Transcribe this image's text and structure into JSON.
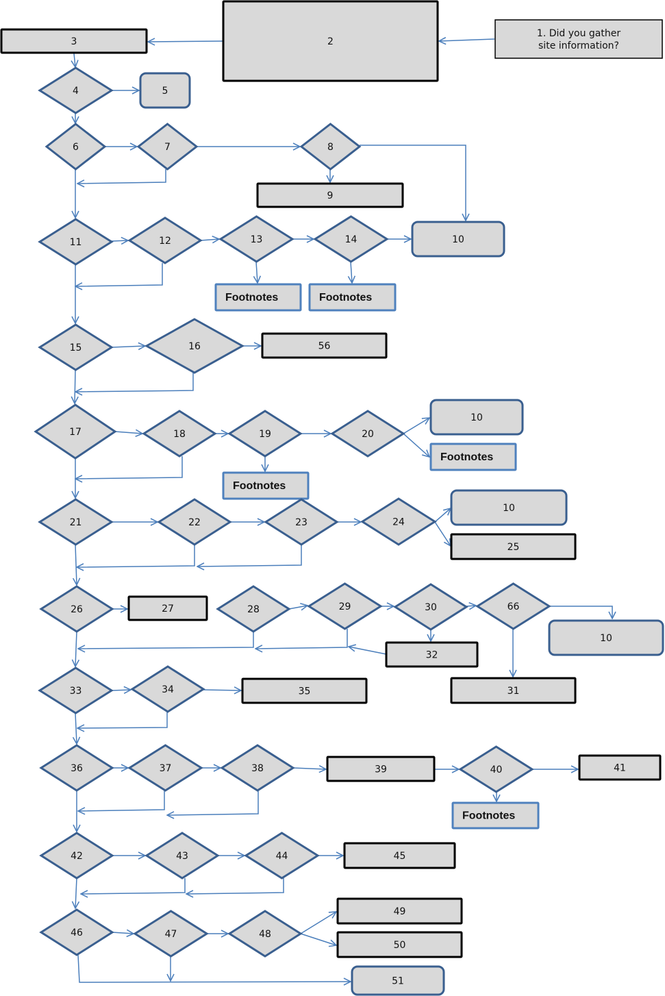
{
  "title": "Site information decision flowchart",
  "colors": {
    "fill": "#d9d9d9",
    "diamond_stroke": "#3a5f8f",
    "footnote_stroke": "#4f81bd",
    "connector": "#4a7ebb",
    "box_stroke": "#000000"
  },
  "nodes": {
    "n1": "1. Did you gather site information?",
    "n2": "2",
    "n3": "3",
    "n4": "4",
    "n5": "5",
    "n6": "6",
    "n7": "7",
    "n8": "8",
    "n9": "9",
    "n10a": "10",
    "n11": "11",
    "n12": "12",
    "n13": "13",
    "n14": "14",
    "fn1": "Footnotes",
    "fn2": "Footnotes",
    "n15": "15",
    "n16": "16",
    "n56": "56",
    "n17": "17",
    "n18": "18",
    "n19": "19",
    "n20": "20",
    "n10b": "10",
    "fn3": "Footnotes",
    "fn4": "Footnotes",
    "n21": "21",
    "n22": "22",
    "n23": "23",
    "n24": "24",
    "n10c": "10",
    "n25": "25",
    "n26": "26",
    "n27": "27",
    "n28": "28",
    "n29": "29",
    "n30": "30",
    "n66": "66",
    "n10d": "10",
    "n32": "32",
    "n31": "31",
    "n33": "33",
    "n34": "34",
    "n35": "35",
    "n36": "36",
    "n37": "37",
    "n38": "38",
    "n39": "39",
    "n40": "40",
    "n41": "41",
    "fn5": "Footnotes",
    "n42": "42",
    "n43": "43",
    "n44": "44",
    "n45": "45",
    "n46": "46",
    "n47": "47",
    "n48": "48",
    "n49": "49",
    "n50": "50",
    "n51": "51"
  }
}
